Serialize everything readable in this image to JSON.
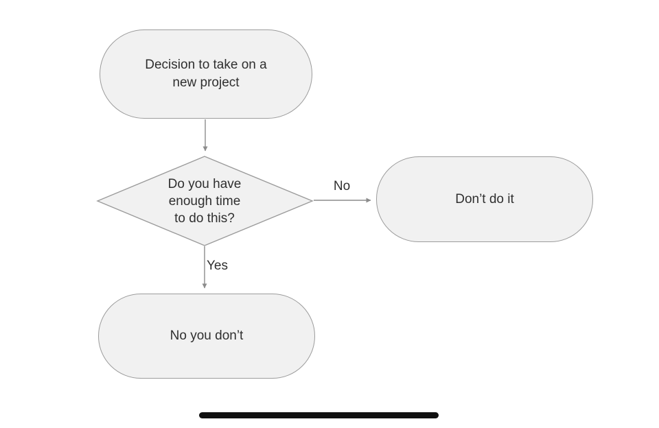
{
  "colors": {
    "background": "#ffffff",
    "node_fill": "#f1f1f1",
    "node_border": "#9b9b9b",
    "text": "#2f2f2f",
    "connector": "#8c8c8c",
    "home_indicator": "#101010"
  },
  "diagram": {
    "type": "flowchart",
    "nodes": [
      {
        "id": "start",
        "shape": "terminator",
        "label": "Decision to take on a new project",
        "lines": [
          "Decision to take on a",
          "new project"
        ]
      },
      {
        "id": "decision",
        "shape": "decision-diamond",
        "label": "Do you have enough time to do this?",
        "lines": [
          "Do you have",
          "enough time",
          "to do this?"
        ]
      },
      {
        "id": "dont-do-it",
        "shape": "terminator",
        "label": "Don’t do it",
        "lines": [
          "Don’t do it"
        ]
      },
      {
        "id": "no-you-dont",
        "shape": "terminator",
        "label": "No you don’t",
        "lines": [
          "No you don’t"
        ]
      }
    ],
    "edges": [
      {
        "from": "start",
        "to": "decision",
        "label": ""
      },
      {
        "from": "decision",
        "to": "dont-do-it",
        "label": "No"
      },
      {
        "from": "decision",
        "to": "no-you-dont",
        "label": "Yes"
      }
    ]
  }
}
